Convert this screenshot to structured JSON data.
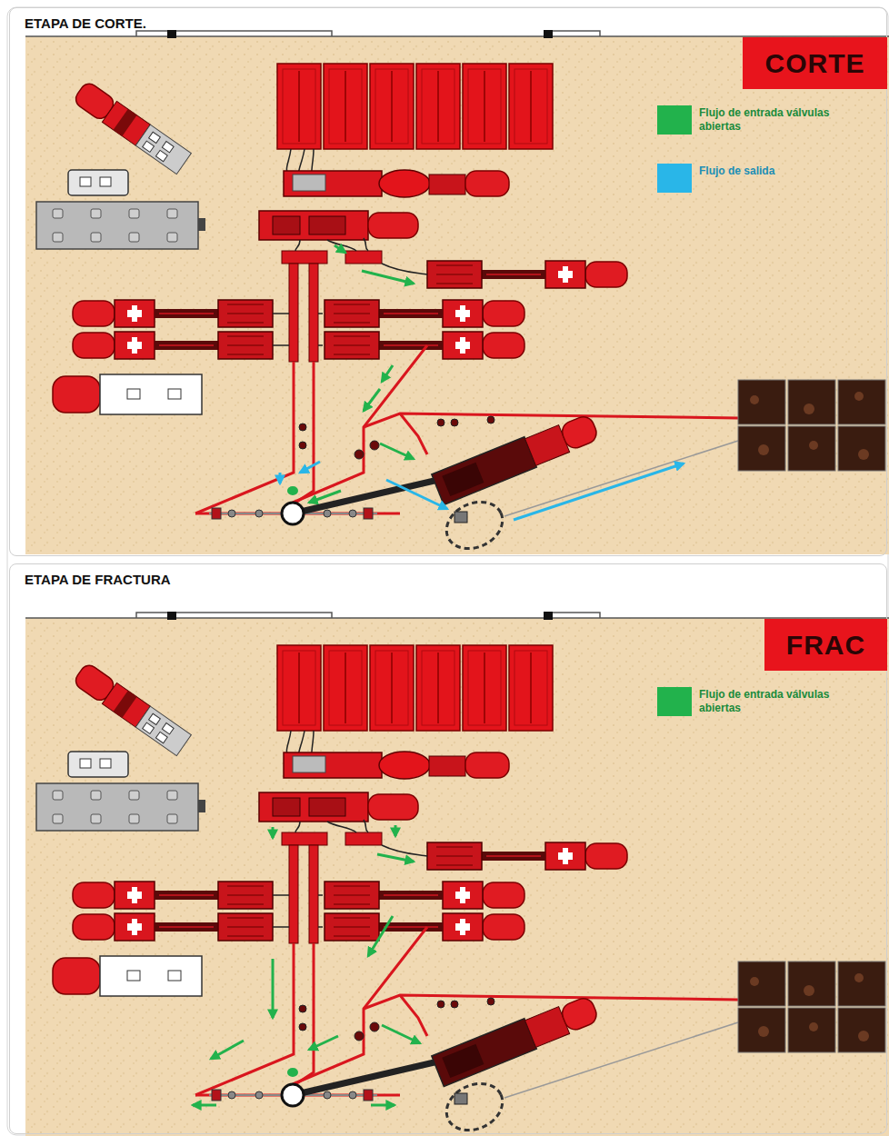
{
  "diagram": {
    "nodes": [
      {
        "text": [
          "ETAPA DE CORTE."
        ]
      },
      {
        "text": [
          "CORTE"
        ],
        "in": 0
      },
      {
        "text": [
          "ETAPA DE FRACTURA"
        ]
      },
      {
        "text": [
          "FRAC"
        ],
        "in": 2
      }
    ],
    "edges": [],
    "legend": [
      {
        "text": "Flujo de entrada válvulas abiertas",
        "color": "#22b24c"
      },
      {
        "text": "Flujo de salida",
        "color": "#29b6e8"
      },
      {
        "text": "Flujo de entrada válvulas abiertas",
        "color": "#22b24c"
      }
    ]
  }
}
